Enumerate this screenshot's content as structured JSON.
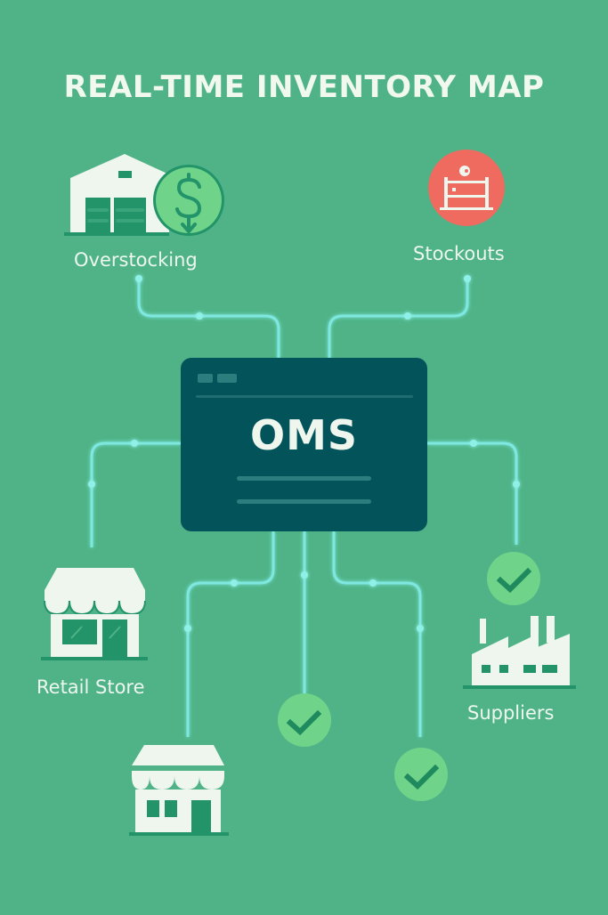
{
  "title": "REAL-TIME INVENTORY MAP",
  "colors": {
    "background": "#4fb387",
    "connector": "#7ee8e0",
    "oms_panel": "#02545a",
    "icon_light": "#eef6ee",
    "icon_dark": "#23946a",
    "check_badge": "#6fd48a",
    "alert_badge": "#f06b5f"
  },
  "hub": {
    "label": "OMS",
    "icon": "window-panel-icon"
  },
  "nodes": [
    {
      "id": "overstocking",
      "label": "Overstocking",
      "icon": "warehouse-icon",
      "badge": "dollar-down-icon"
    },
    {
      "id": "stockouts",
      "label": "Stockouts",
      "icon": "empty-shelf-icon",
      "badge": "alert-circle"
    },
    {
      "id": "retail-store",
      "label": "Retail Store",
      "icon": "storefront-icon"
    },
    {
      "id": "suppliers",
      "label": "Suppliers",
      "icon": "factory-icon",
      "badge": "check-icon"
    },
    {
      "id": "store-2",
      "label": "",
      "icon": "storefront-icon"
    },
    {
      "id": "check-1",
      "label": "",
      "icon": "check-icon"
    },
    {
      "id": "check-2",
      "label": "",
      "icon": "check-icon"
    }
  ]
}
